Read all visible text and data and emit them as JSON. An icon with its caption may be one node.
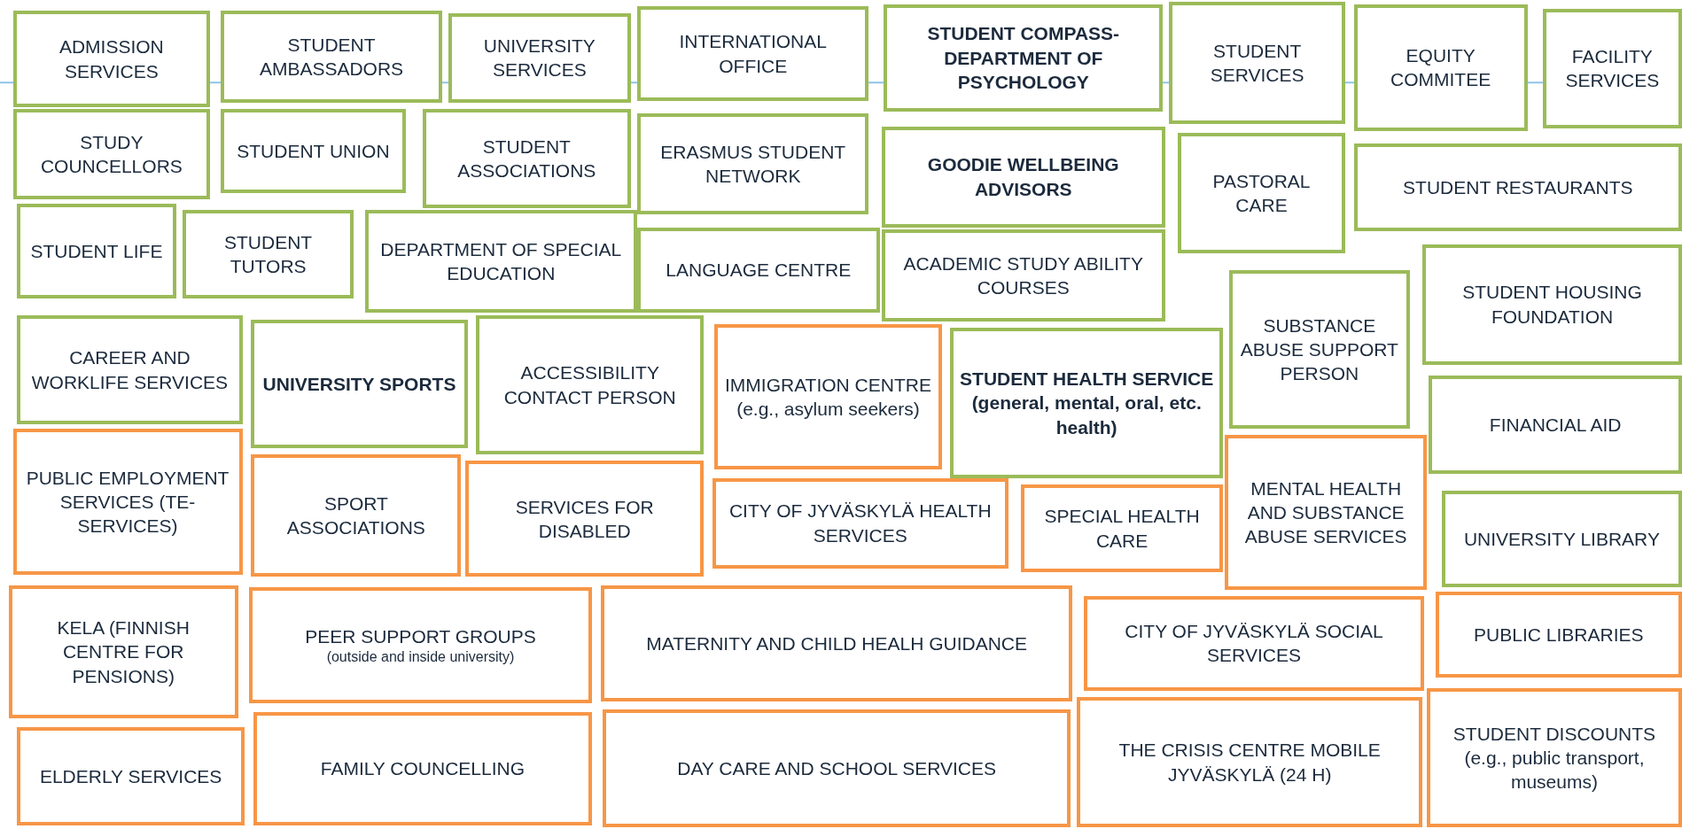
{
  "diagram": {
    "nodes": [
      {
        "text": [
          "ADMISSION SERVICES"
        ]
      },
      {
        "text": [
          "STUDENT AMBASSADORS"
        ]
      },
      {
        "text": [
          "UNIVERSITY SERVICES"
        ]
      },
      {
        "text": [
          "INTERNATIONAL OFFICE"
        ]
      },
      {
        "text": [
          "STUDENT COMPASS- DEPARTMENT OF PSYCHOLOGY"
        ]
      },
      {
        "text": [
          "STUDENT SERVICES"
        ]
      },
      {
        "text": [
          "EQUITY COMMITEE"
        ]
      },
      {
        "text": [
          "FACILITY SERVICES"
        ]
      },
      {
        "text": [
          "STUDY COUNCELLORS"
        ]
      },
      {
        "text": [
          "STUDENT UNION"
        ]
      },
      {
        "text": [
          "STUDENT ASSOCIATIONS"
        ]
      },
      {
        "text": [
          "ERASMUS STUDENT NETWORK"
        ]
      },
      {
        "text": [
          "GOODIE WELLBEING ADVISORS"
        ]
      },
      {
        "text": [
          "PASTORAL CARE"
        ]
      },
      {
        "text": [
          "STUDENT RESTAURANTS"
        ]
      },
      {
        "text": [
          "STUDENT LIFE"
        ]
      },
      {
        "text": [
          "STUDENT TUTORS"
        ]
      },
      {
        "text": [
          "DEPARTMENT OF SPECIAL EDUCATION"
        ]
      },
      {
        "text": [
          "LANGUAGE CENTRE"
        ]
      },
      {
        "text": [
          "ACADEMIC STUDY ABILITY COURSES"
        ]
      },
      {
        "text": [
          "SUBSTANCE ABUSE SUPPORT PERSON"
        ]
      },
      {
        "text": [
          "STUDENT HOUSING FOUNDATION"
        ]
      },
      {
        "text": [
          "CAREER AND WORKLIFE SERVICES"
        ]
      },
      {
        "text": [
          "UNIVERSITY SPORTS"
        ]
      },
      {
        "text": [
          "ACCESSIBILITY CONTACT PERSON"
        ]
      },
      {
        "text": [
          "IMMIGRATION CENTRE (e.g., asylum seekers)"
        ]
      },
      {
        "text": [
          "STUDENT HEALTH SERVICE (general, mental, oral, etc. health)"
        ]
      },
      {
        "text": [
          "FINANCIAL AID"
        ]
      },
      {
        "text": [
          "PUBLIC EMPLOYMENT SERVICES (TE-SERVICES)"
        ]
      },
      {
        "text": [
          "SPORT ASSOCIATIONS"
        ]
      },
      {
        "text": [
          "SERVICES FOR DISABLED"
        ]
      },
      {
        "text": [
          "CITY OF JYVÄSKYLÄ HEALTH SERVICES"
        ]
      },
      {
        "text": [
          "SPECIAL HEALTH CARE"
        ]
      },
      {
        "text": [
          "MENTAL HEALTH AND SUBSTANCE ABUSE SERVICES"
        ]
      },
      {
        "text": [
          "UNIVERSITY LIBRARY"
        ]
      },
      {
        "text": [
          "KELA (FINNISH CENTRE FOR PENSIONS)"
        ]
      },
      {
        "text": [
          "PEER SUPPORT GROUPS",
          "(outside and inside university)"
        ]
      },
      {
        "text": [
          "MATERNITY AND CHILD HEALH GUIDANCE"
        ]
      },
      {
        "text": [
          "CITY OF JYVÄSKYLÄ SOCIAL SERVICES"
        ]
      },
      {
        "text": [
          "PUBLIC LIBRARIES"
        ]
      },
      {
        "text": [
          "ELDERLY SERVICES"
        ]
      },
      {
        "text": [
          "FAMILY COUNCELLING"
        ]
      },
      {
        "text": [
          "DAY CARE AND SCHOOL SERVICES"
        ]
      },
      {
        "text": [
          "THE CRISIS CENTRE MOBILE JYVÄSKYLÄ (24 H)"
        ]
      },
      {
        "text": [
          "STUDENT DISCOUNTS (e.g., public transport, museums)"
        ]
      }
    ]
  }
}
